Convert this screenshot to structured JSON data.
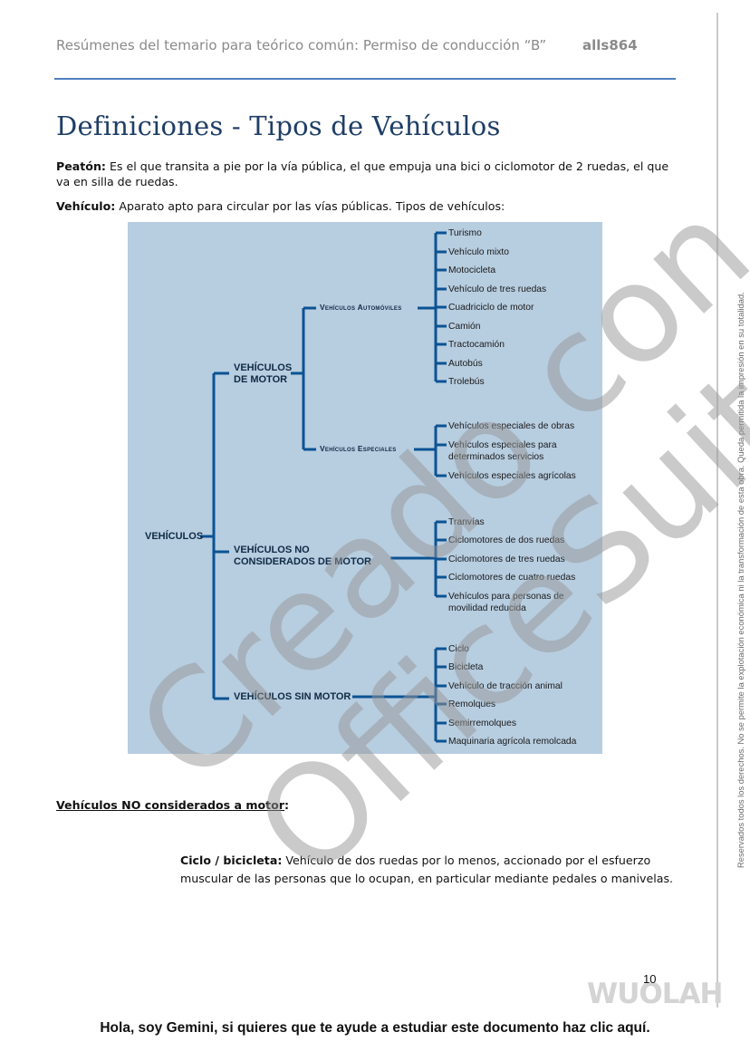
{
  "header": {
    "title": "Resúmenes del temario para teórico común: Permiso de conducción “B”",
    "user": "alls864"
  },
  "page_title": "Definiciones - Tipos de Vehículos",
  "peaton": {
    "term": "Peatón:",
    "text": " Es el que transita a pie por la vía pública, el que empuja una bici o ciclomotor de 2 ruedas, el que va en silla de ruedas."
  },
  "vehiculo": {
    "term": "Vehículo:",
    "text": " Aparato apto para circular por las vías públicas. Tipos de vehículos:"
  },
  "diagram": {
    "root": "VEHÍCULOS",
    "motor": "VEHÍCULOS DE MOTOR",
    "automoviles": "Vehículos Automóviles",
    "automoviles_items": [
      "Turismo",
      "Vehículo mixto",
      "Motocicleta",
      "Vehículo de tres ruedas",
      "Cuadriciclo de motor",
      "Camión",
      "Tractocamión",
      "Autobús",
      "Trolebús"
    ],
    "especiales": "Vehículos Especiales",
    "especiales_items": [
      "Vehículos especiales de obras",
      "Vehículos especiales para determinados servicios",
      "Vehículos especiales agrícolas"
    ],
    "no_motor": "VEHÍCULOS NO CONSIDERADOS DE MOTOR",
    "no_motor_items": [
      "Tranvías",
      "Ciclomotores de dos ruedas",
      "Ciclomotores de tres ruedas",
      "Ciclomotores de cuatro ruedas",
      "Vehículos para personas de movilidad reducida"
    ],
    "sin_motor": "VEHÍCULOS SIN MOTOR",
    "sin_motor_items": [
      "Ciclo",
      "Bicicleta",
      "Vehículo de tracción animal",
      "Remolques",
      "Semirremolques",
      "Maquinaria agrícola remolcada"
    ],
    "line_color": "#0b5394",
    "background_color": "#b7cde0"
  },
  "section_heading": "Vehículos NO considerados a motor",
  "section_heading_colon": ":",
  "definition": {
    "term": "Ciclo / bicicleta:",
    "text": " Vehículo de dos ruedas por lo menos, accionado por el esfuerzo muscular de las personas que lo ocupan, en particular mediante pedales o manivelas."
  },
  "side_notice": "Reservados todos los derechos. No se permite la explotación económica ni la transformación de esta obra. Queda permitida la impresión en su totalidad.",
  "page_number": "10",
  "brand": "WUOLAH",
  "watermark": {
    "line1": "Creado con",
    "line2": "OfficeSuite"
  },
  "banner": "Hola, soy Gemini, si quieres que te ayude a estudiar este documento haz clic aquí."
}
